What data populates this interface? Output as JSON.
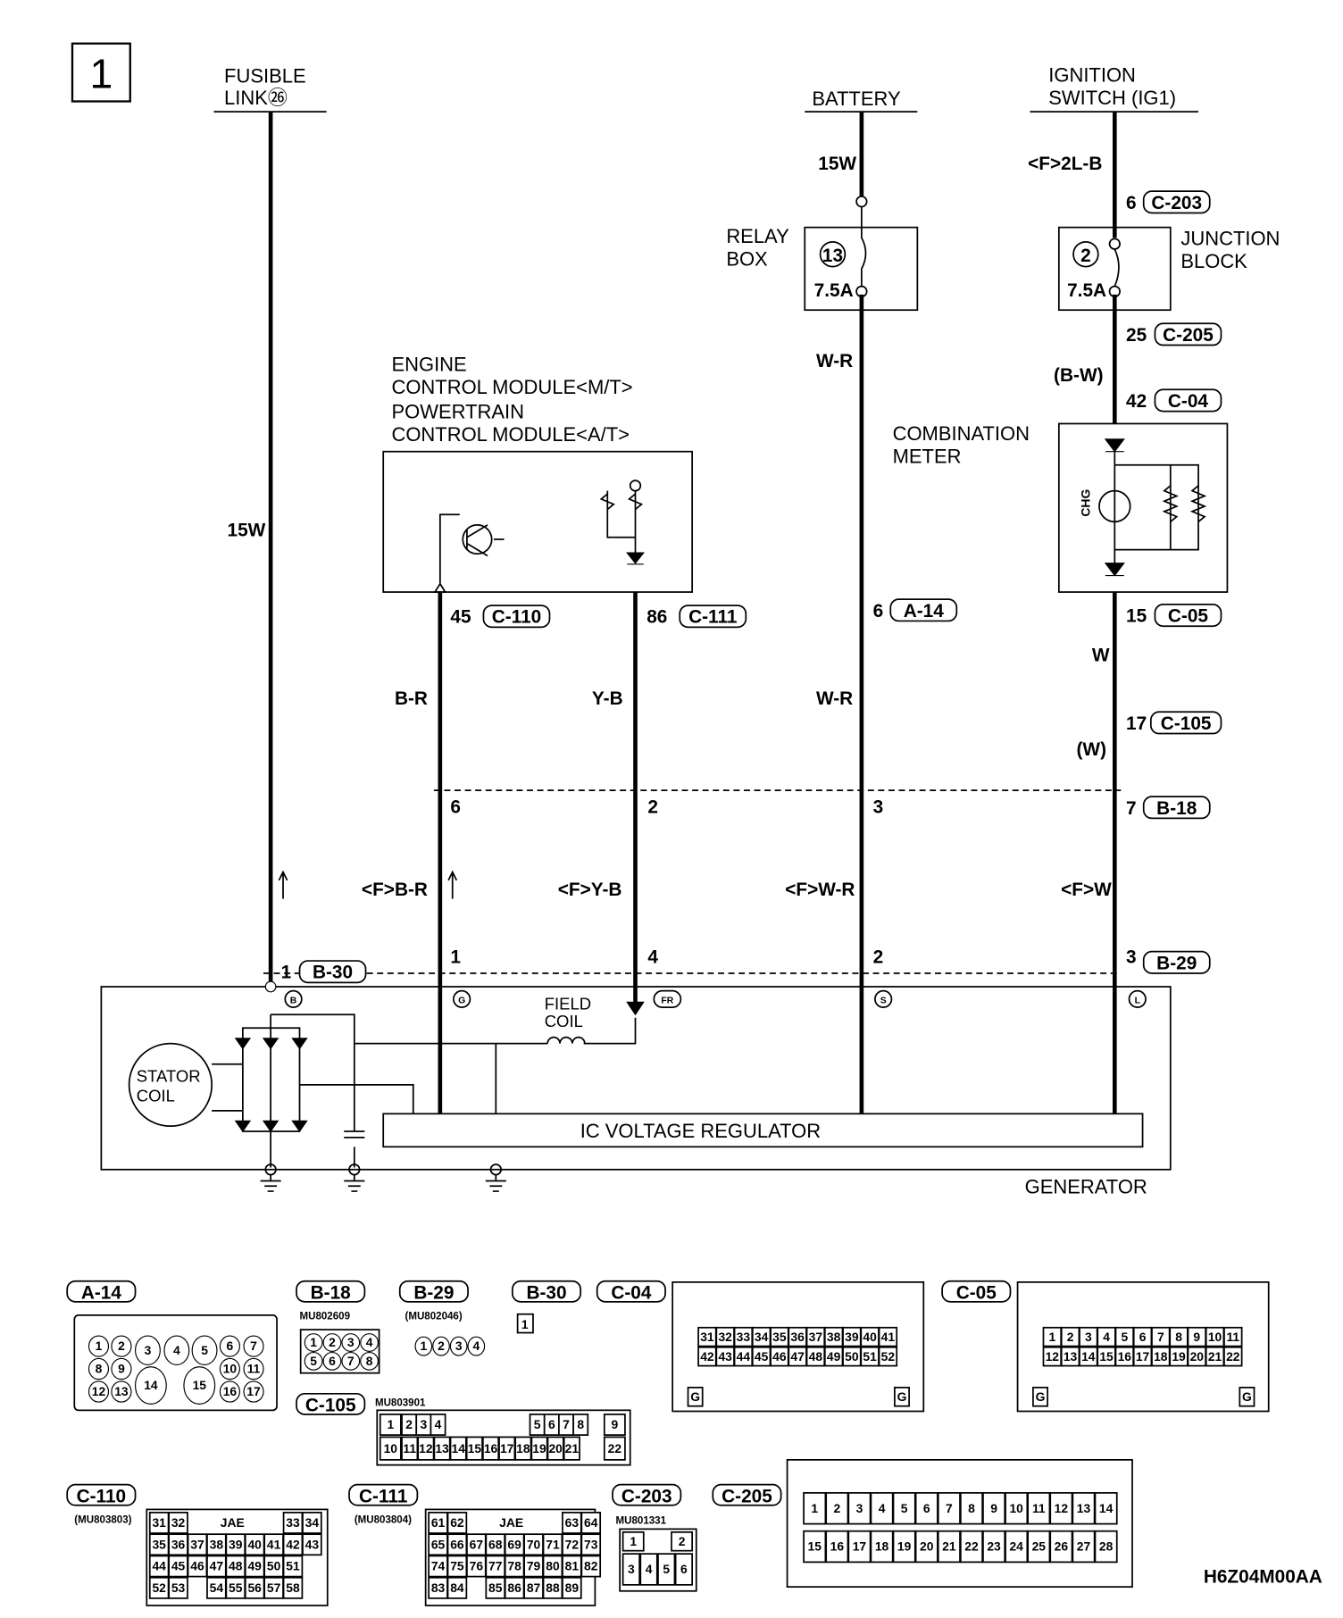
{
  "diagram": {
    "section_number": "1",
    "code": "H6Z04M00AA",
    "sources": {
      "fusible_link": [
        "FUSIBLE",
        "LINK㉖"
      ],
      "battery": "BATTERY",
      "ignition_switch": [
        "IGNITION",
        "SWITCH (IG1)"
      ]
    },
    "wires": {
      "fusible_15w": "15W",
      "battery_15w": "15W",
      "ign_2lb": "<F>2L-B",
      "wr1": "W-R",
      "wr2": "W-R",
      "fwr": "<F>W-R",
      "bw": "(B-W)",
      "w": "W",
      "w_paren": "(W)",
      "fw": "<F>W",
      "br": "B-R",
      "yb": "Y-B",
      "fbr": "<F>B-R",
      "fyb": "<F>Y-B"
    },
    "components": {
      "relay_box": [
        "RELAY",
        "BOX"
      ],
      "relay_fuse_no": "13",
      "relay_fuse_rating": "7.5A",
      "junction_block": [
        "JUNCTION",
        "BLOCK"
      ],
      "junction_fuse_no": "2",
      "junction_fuse_rating": "7.5A",
      "combination_meter": [
        "COMBINATION",
        "METER"
      ],
      "chg": "CHG",
      "ecm": [
        "ENGINE",
        "CONTROL MODULE<M/T>",
        "POWERTRAIN",
        "CONTROL MODULE<A/T>"
      ],
      "field_coil": [
        "FIELD",
        "COIL"
      ],
      "stator_coil": [
        "STATOR",
        "COIL"
      ],
      "ic_regulator": "IC VOLTAGE REGULATOR",
      "generator": "GENERATOR",
      "terminals": {
        "b": "B",
        "g": "G",
        "fr": "FR",
        "s": "S",
        "l": "L"
      }
    },
    "pins": {
      "c203": {
        "pin": "6",
        "conn": "C-203"
      },
      "c205": {
        "pin": "25",
        "conn": "C-205"
      },
      "c04": {
        "pin": "42",
        "conn": "C-04"
      },
      "c05": {
        "pin": "15",
        "conn": "C-05"
      },
      "c105": {
        "pin": "17",
        "conn": "C-105"
      },
      "b18": {
        "pin": "7",
        "conn": "B-18"
      },
      "b29": {
        "pin": "3",
        "conn": "B-29"
      },
      "b30": {
        "pin": "1",
        "conn": "B-30"
      },
      "a14": {
        "pin": "6",
        "conn": "A-14"
      },
      "c110": {
        "pin": "45",
        "conn": "C-110"
      },
      "c111": {
        "pin": "86",
        "conn": "C-111"
      },
      "b18_pins": [
        "6",
        "2",
        "3"
      ],
      "b29_pins": [
        "1",
        "4",
        "2"
      ]
    },
    "connectors": {
      "a14": {
        "name": "A-14",
        "pins": [
          "1",
          "2",
          "3",
          "4",
          "5",
          "6",
          "7",
          "8",
          "9",
          "10",
          "11",
          "12",
          "13",
          "14",
          "15",
          "16",
          "17"
        ]
      },
      "b18": {
        "name": "B-18",
        "part": "MU802609",
        "pins": [
          "1",
          "2",
          "3",
          "4",
          "5",
          "6",
          "7",
          "8"
        ]
      },
      "b29": {
        "name": "B-29",
        "part": "(MU802046)",
        "pins": [
          "1",
          "2",
          "3",
          "4"
        ]
      },
      "b30": {
        "name": "B-30",
        "pins": [
          "1"
        ]
      },
      "c04": {
        "name": "C-04",
        "row1": [
          "31",
          "32",
          "33",
          "34",
          "35",
          "36",
          "37",
          "38",
          "39",
          "40",
          "41"
        ],
        "row2": [
          "42",
          "43",
          "44",
          "45",
          "46",
          "47",
          "48",
          "49",
          "50",
          "51",
          "52"
        ],
        "guide": "G"
      },
      "c05": {
        "name": "C-05",
        "row1": [
          "1",
          "2",
          "3",
          "4",
          "5",
          "6",
          "7",
          "8",
          "9",
          "10",
          "11"
        ],
        "row2": [
          "12",
          "13",
          "14",
          "15",
          "16",
          "17",
          "18",
          "19",
          "20",
          "21",
          "22"
        ],
        "guide": "G"
      },
      "c105": {
        "name": "C-105",
        "part": "MU803901",
        "row1": [
          "1",
          "2",
          "3",
          "4",
          "5",
          "6",
          "7",
          "8",
          "9"
        ],
        "row2": [
          "10",
          "11",
          "12",
          "13",
          "14",
          "15",
          "16",
          "17",
          "18",
          "19",
          "20",
          "21",
          "22"
        ]
      },
      "c110": {
        "name": "C-110",
        "part": "(MU803803)",
        "maker": "JAE",
        "rows": [
          [
            "31",
            "32",
            "",
            "",
            "",
            "33",
            "34"
          ],
          [
            "35",
            "36",
            "37",
            "38",
            "39",
            "40",
            "41",
            "42",
            "43"
          ],
          [
            "44",
            "45",
            "46",
            "47",
            "48",
            "49",
            "50",
            "51"
          ],
          [
            "52",
            "53",
            "54",
            "55",
            "56",
            "57",
            "58"
          ]
        ]
      },
      "c111": {
        "name": "C-111",
        "part": "(MU803804)",
        "maker": "JAE",
        "rows": [
          [
            "61",
            "62",
            "",
            "",
            "",
            "63",
            "64"
          ],
          [
            "65",
            "66",
            "67",
            "68",
            "69",
            "70",
            "71",
            "72",
            "73"
          ],
          [
            "74",
            "75",
            "76",
            "77",
            "78",
            "79",
            "80",
            "81",
            "82"
          ],
          [
            "83",
            "84",
            "85",
            "86",
            "87",
            "88",
            "89"
          ]
        ]
      },
      "c203": {
        "name": "C-203",
        "part": "MU801331",
        "pins": [
          "1",
          "2",
          "3",
          "4",
          "5",
          "6"
        ]
      },
      "c205": {
        "name": "C-205",
        "row1": [
          "1",
          "2",
          "3",
          "4",
          "5",
          "6",
          "7",
          "8",
          "9",
          "10",
          "11",
          "12",
          "13",
          "14"
        ],
        "row2": [
          "15",
          "16",
          "17",
          "18",
          "19",
          "20",
          "21",
          "22",
          "23",
          "24",
          "25",
          "26",
          "27",
          "28"
        ]
      }
    }
  }
}
